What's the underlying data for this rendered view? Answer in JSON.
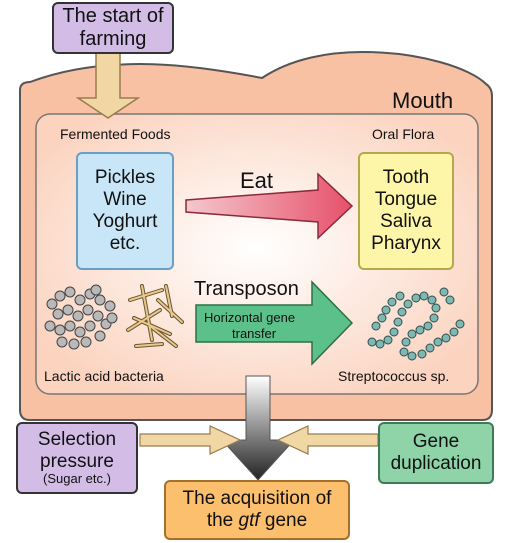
{
  "mouth": {
    "title": "Mouth",
    "fermented_foods_label": "Fermented Foods",
    "oral_flora_label": "Oral Flora",
    "eat_label": "Eat",
    "transposon_label": "Transposon",
    "hgt_label_line1": "Horizontal gene",
    "hgt_label_line2": "transfer",
    "lactic_label": "Lactic acid bacteria",
    "strep_label": "Streptococcus sp."
  },
  "foods": [
    "Pickles",
    "Wine",
    "Yoghurt",
    "etc."
  ],
  "flora": [
    "Tooth",
    "Tongue",
    "Saliva",
    "Pharynx"
  ],
  "start_farming": {
    "line1": "The start of",
    "line2": "farming"
  },
  "selection": {
    "line1": "Selection",
    "line2": "pressure",
    "line3": "(Sugar etc.)"
  },
  "gene_dup": {
    "line1": "Gene",
    "line2": "duplication"
  },
  "acquisition": {
    "line1": "The acquisition of",
    "line2_pre": "the ",
    "line2_ital": "gtf",
    "line2_post": " gene"
  },
  "colors": {
    "mouth_fill": "#f9c1a4",
    "inner_fill": "#fde7dc",
    "purple_box": "#d3bde6",
    "blue_box": "#c9e6f8",
    "yellow_box": "#fdf6a8",
    "green_box": "#8fd3a9",
    "orange_box": "#fbbf6e",
    "red_arrow": "#ec6a7a",
    "green_arrow": "#5cc08a",
    "tan_arrow": "#f1d7a4"
  }
}
